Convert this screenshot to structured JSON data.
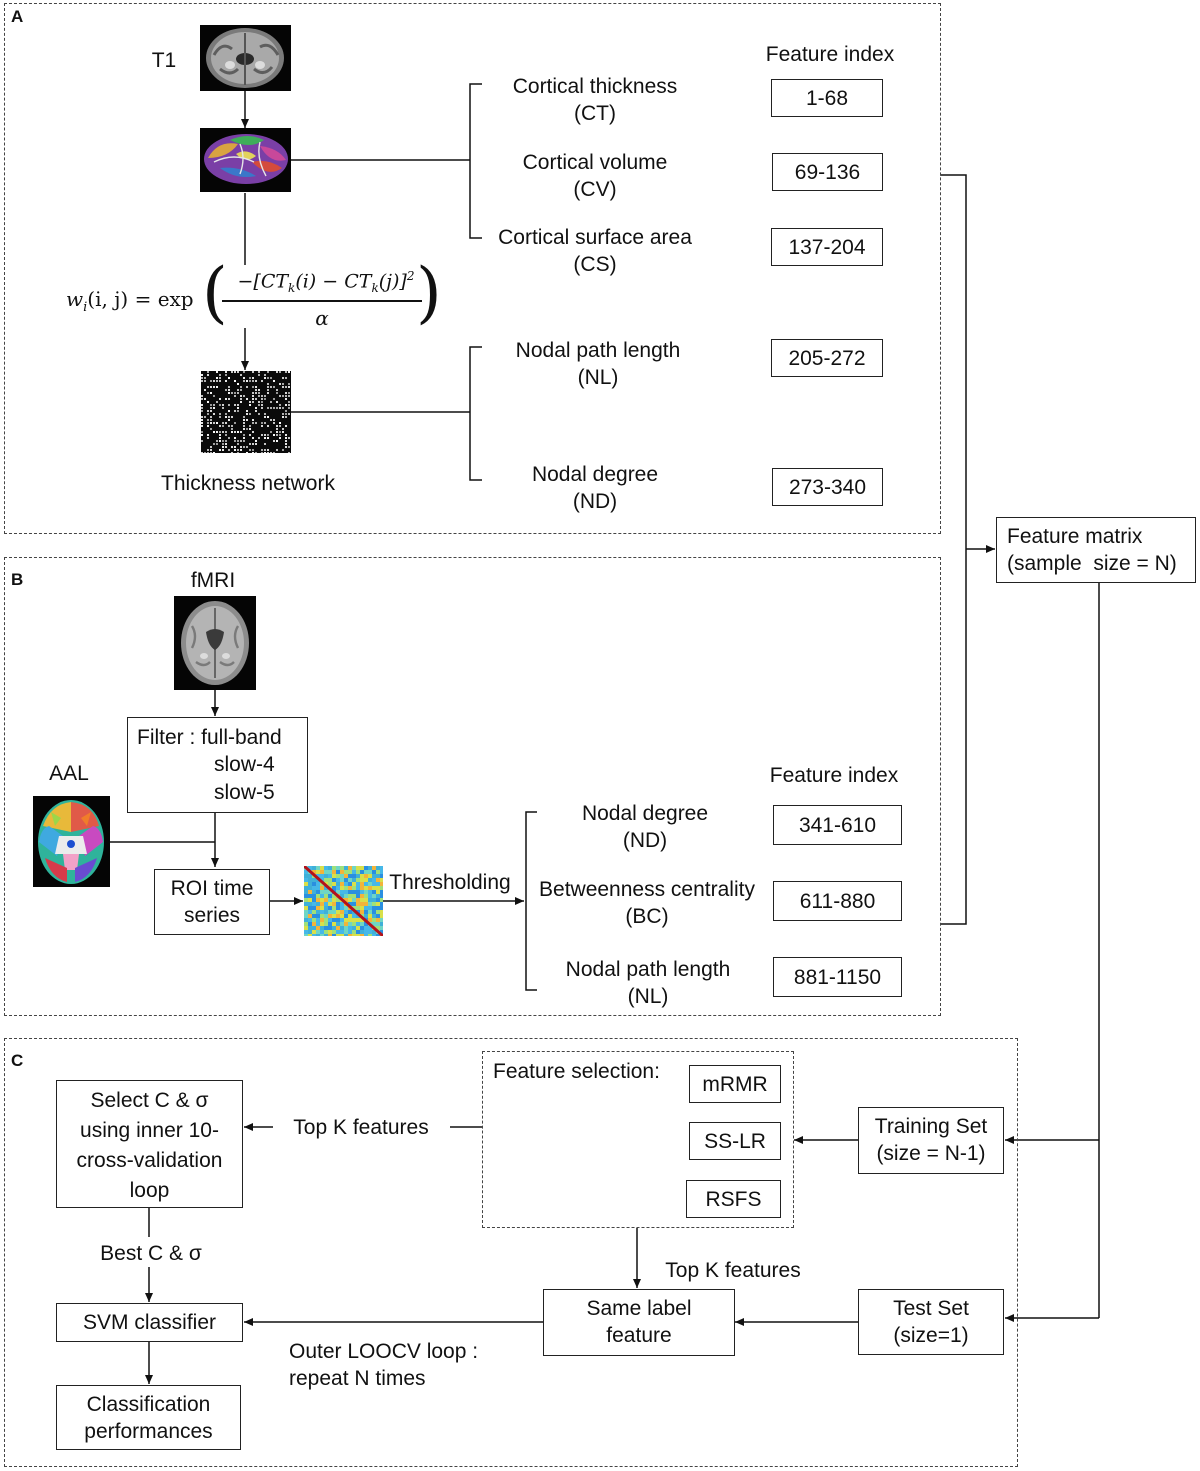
{
  "panels": {
    "a": {
      "label": "A",
      "t1_label": "T1",
      "feature_index_heading": "Feature index",
      "formula": {
        "lhs": "w",
        "lhs_sub": "i",
        "lhs_args": "(i, j) = exp",
        "numerator": "−[CT",
        "numerator_sub_1": "k",
        "numerator_mid": "(i) − CT",
        "numerator_sub_2": "k",
        "numerator_end": "(j)]",
        "numerator_sup": "2",
        "denominator": "α"
      },
      "network_label": "Thickness network",
      "features": [
        {
          "name": "Cortical thickness",
          "abbr": "(CT)",
          "index": "1-68"
        },
        {
          "name": "Cortical volume",
          "abbr": "(CV)",
          "index": "69-136"
        },
        {
          "name": "Cortical surface area",
          "abbr": "(CS)",
          "index": "137-204"
        },
        {
          "name": "Nodal path length",
          "abbr": "(NL)",
          "index": "205-272"
        },
        {
          "name": "Nodal degree",
          "abbr": "(ND)",
          "index": "273-340"
        }
      ]
    },
    "b": {
      "label": "B",
      "fmri_label": "fMRI",
      "aal_label": "AAL",
      "filter_line1": "Filter : full-band",
      "filter_line2": "slow-4",
      "filter_line3": "slow-5",
      "roi_line1": "ROI time",
      "roi_line2": "series",
      "thresholding": "Thresholding",
      "feature_index_heading": "Feature index",
      "features": [
        {
          "name": "Nodal degree",
          "abbr": "(ND)",
          "index": "341-610"
        },
        {
          "name": "Betweenness centrality",
          "abbr": "(BC)",
          "index": "611-880"
        },
        {
          "name": "Nodal path length",
          "abbr": "(NL)",
          "index": "881-1150"
        }
      ]
    },
    "c": {
      "label": "C",
      "feature_selection_label": "Feature selection:",
      "methods": [
        "mRMR",
        "SS-LR",
        "RSFS"
      ],
      "select_box": [
        "Select C & σ",
        "using inner 10-",
        "cross-validation",
        "loop"
      ],
      "top_k_1": "Top K features",
      "top_k_2": "Top K features",
      "best_label": "Best C & σ",
      "svm": "SVM classifier",
      "classification_line1": "Classification",
      "classification_line2": "performances",
      "same_label_line1": "Same label",
      "same_label_line2": "feature",
      "outer_line1": "Outer LOOCV loop :",
      "outer_line2": "repeat N times",
      "training_line1": "Training Set",
      "training_line2": "(size = N-1)",
      "test_line1": "Test Set",
      "test_line2": "(size=1)"
    }
  },
  "feature_matrix": {
    "line1": "Feature matrix",
    "line2": "(sample  size = N)"
  }
}
